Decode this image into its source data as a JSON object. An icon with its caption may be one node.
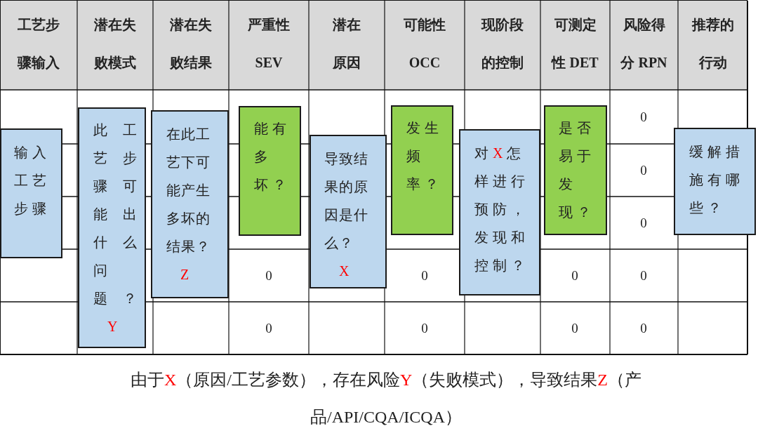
{
  "diagram": {
    "caption": "由于**X**（原因/工艺参数），存在风险**Y**（失败模式），导致结果**Z**（产品/API/CQA/ICQA）",
    "nodes": [
      {
        "text": [
          "输入工艺步骤"
        ]
      },
      {
        "text": [
          "此工艺步骤可能出什么问题？",
          "Y"
        ]
      },
      {
        "text": [
          "在此工艺下可能产生多坏的结果？",
          "Z"
        ]
      },
      {
        "text": [
          "能有多坏？"
        ]
      },
      {
        "text": [
          "导致结果的原因是什么？",
          "X"
        ]
      },
      {
        "text": [
          "发生频率？"
        ]
      },
      {
        "text": [
          "对**X**怎样进行预防，发现和控制？"
        ]
      },
      {
        "text": [
          "是否易于发现？"
        ]
      },
      {
        "text": [
          "缓解措施有哪些？"
        ]
      }
    ],
    "labels": [
      "工艺步骤输入",
      "潜在失败模式",
      "潜在失败结果",
      "严重性SEV",
      "潜在原因",
      "可能性OCC",
      "现阶段的控制",
      "可测定性 DET",
      "风险得分 RPN",
      "推荐的行动",
      "0",
      "0",
      "0",
      "0",
      "0",
      "0",
      "0",
      "0",
      "0",
      "0",
      "0"
    ]
  }
}
